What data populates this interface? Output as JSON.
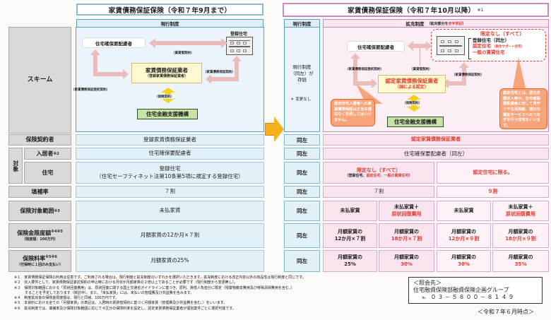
{
  "header": {
    "left_title": "家賃債務保証保険（令和７年9月まで）",
    "right_title": "家賃債務保証保険（令和７年10月以降）",
    "right_title_note": "※1",
    "left_sub": "現行制度",
    "mid_sub": "現行制度",
    "right_sub": "拡充制度",
    "right_sub_note_prefix": "（拡充部分を",
    "right_sub_note_red": "赤字表記",
    "right_sub_note_suffix": "）"
  },
  "row_labels": {
    "scheme": "スキーム",
    "contractor": "保険契約者",
    "target": "対象",
    "tenant": "入居者",
    "tenant_note": "※2",
    "housing": "住宅",
    "coverage_rate": "填補率",
    "scope": "保険対象範囲",
    "scope_note": "※3",
    "limit": "保険金限度額",
    "limit_note": "※4※5",
    "limit_sub": "（限度額：100万円）",
    "premium": "保険料率",
    "premium_note": "※5※6",
    "premium_sub": "（付保時に１回のみ支払い）"
  },
  "left_scheme": {
    "registered_housing": "登録住宅",
    "needing_person": "住宅確保要配慮者",
    "lease": "（賃貸借契約）",
    "guarantor": "家賃債務保証業者",
    "guarantor_sub": "（登録家賃債務保証業者）",
    "guarantee_contract": "（家賃債務保証契約）",
    "consignment": "（家賃債務保証委託契約）",
    "insurance_contract": "（保険契約）",
    "agency": "住宅金融支援機構"
  },
  "mid_scheme": {
    "line1": "現行制度",
    "line2": "（同左）が",
    "line3": "存続",
    "note": "＊ 変更なし"
  },
  "right_scheme": {
    "needing_person": "住宅確保要配慮者",
    "no_limit": "限定なし（すべて）",
    "h1": "登録住宅（同左）",
    "h2": "認定住宅",
    "h2_sub": "（居住サポート住宅）",
    "h3": "一般の賃貸住宅",
    "consignment": "（家賃債務保証委託契約）",
    "lease": "（賃貸借契約）",
    "guarantee_contract": "（家賃債務保証契約）",
    "guarantor": "認定家賃債務保証業者",
    "guarantor_sub": "（国による認定）",
    "insurance_contract": "（保険契約）",
    "agency": "住宅金融支援機構",
    "callout_left": "認定住宅入居者への家賃債務保証は正当な理由なく拒否してはいけません。",
    "callout_right": "認定住宅とは、居住支援法人等が、住宅確保要配慮者に対して見守りや生活相談、適切な福祉サービスへのつなぎを行う住宅をいいます。"
  },
  "rows": {
    "contractor": {
      "left": "登録家賃債務保証業者",
      "mid": "同左",
      "right": "認定家賃債務保証業者"
    },
    "tenant": {
      "left": "住宅確保要配慮者",
      "mid": "同左",
      "right": "住宅確保要配慮者（同左）"
    },
    "housing": {
      "left1": "登録住宅",
      "left2": "（住宅セーフティネット法第10条第5項に規定する登録住宅）",
      "mid": "同左",
      "right_a1": "限定なし（すべて）",
      "right_a2_pre": "（登録住宅、",
      "right_a2_red": "認定住宅、一般の賃貸住宅",
      "right_a2_post": "）",
      "right_b": "認定住宅に限る。"
    },
    "coverage_rate": {
      "left": "７割",
      "mid": "同左",
      "right_a": "７割",
      "right_b": "９割"
    },
    "scope": {
      "left": "未払家賃",
      "mid": "同左",
      "c1": "未払家賃",
      "c2a": "未払家賃＋",
      "c2b": "原状回復費用",
      "c3": "未払家賃",
      "c4a": "未払家賃＋",
      "c4b": "原状回復費用"
    },
    "limit": {
      "left": "月額家賃の12か月×７割",
      "mid": "同左",
      "c1a": "月額家賃の",
      "c1b": "12か月×７割",
      "c2a": "月額家賃の",
      "c2b": "18か月×７割",
      "c3a": "月額家賃の",
      "c3b": "12か月×９割",
      "c4a": "月額家賃の",
      "c4b": "18か月×９割"
    },
    "premium": {
      "left": "月額家賃の25%",
      "mid": "同左",
      "c1a": "月額家賃の",
      "c1b": "25%",
      "c2a": "月額家賃の",
      "c2b": "30%",
      "c3a": "月額家賃の",
      "c3b": "30%",
      "c4a": "月額家賃の",
      "c4b": "35%"
    }
  },
  "footnotes": [
    "※１　家賃債務保証保険の利用は任意です。ご利用される場合は、現行制度と拡充制度のいずれかを選択いただきます。拡充制度における改正内容以外の商品性は現行制度と同じです。",
    "※２　収入要件として、家賃債務保証委託契約の申込時における月収が月額家賃の２倍以上であることが必要です（現行制度から変更無し）。",
    "※３　保険対象範囲における「原状回復費用」は、原状回復に関する国土交通省ガイドラインに基づき、原則、賃借人負担分に限定（残置物撤去費用及び特殊清掃費用を含む。）",
    "　　　することを予定しております（検討中）。また、「未払家賃」には、未払いの管理費及び共益費を含みます。",
    "※４　制度拡充後の保険金限度額は、現行と同様、100万円です。",
    "※５　本資料における全ての「月額家賃」の表記は、入居時の賃貸借契約に基づく月額家賃（管理費及び共益費を含む。）をいいます。",
    "※６　拡充制度では、填補率及び保険対象範囲に応じて４区分の保険料率を設定し、認定家賃債務保証業者が個別案件ごとに選択可能です。"
  ],
  "contact": {
    "label": "＜照会先＞",
    "dept": "住宅融資保険部融資保険企画グループ",
    "tel_label": "℡",
    "tel": "０３－５８００－８１４９"
  },
  "as_of": "＜令和７年６月時点＞",
  "colors": {
    "accent_red": "#e33b2e",
    "blue_border": "#5aa0c2",
    "pink_border": "#c78ac3",
    "arrow_orange": "#f6b21c"
  }
}
